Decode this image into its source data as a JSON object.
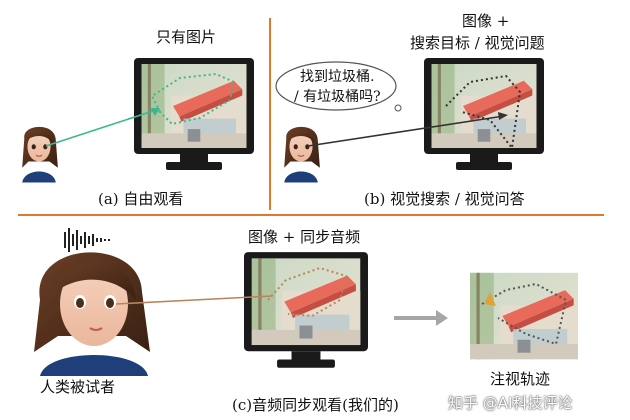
{
  "panel_a": {
    "header": "只有图片",
    "caption": "(a) 自由观看"
  },
  "panel_b": {
    "header_line1": "图像 +",
    "header_line2": "搜索目标 / 视觉问题",
    "bubble_line1": "找到垃圾桶.",
    "bubble_line2": "/ 有垃圾桶吗?",
    "caption": "(b) 视觉搜索 / 视觉问答"
  },
  "panel_c": {
    "header": "图像 + 同步音频",
    "subject_label": "人类被试者",
    "result_label": "注视轨迹",
    "caption": "(c)音频同步观看(我们的)"
  },
  "watermark": "知乎 @AI科技评论",
  "colors": {
    "divider": "#e2782f",
    "gaze_a": "#3cb98a",
    "gaze_b": "#333333",
    "gaze_c": "#b8865a",
    "arrow_gray": "#a6a6a6"
  }
}
